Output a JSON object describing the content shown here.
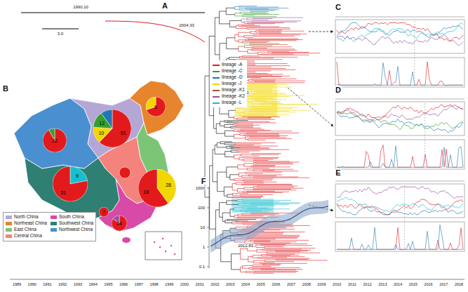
{
  "diagram": {
    "nodes": [
      {
        "text": [
          "6"
        ]
      },
      {
        "text": [
          "10",
          "12",
          "51"
        ]
      },
      {
        "text": [
          "22"
        ]
      },
      {
        "text": [
          "9",
          "31"
        ]
      },
      {
        "text": [
          "28",
          "18"
        ]
      },
      {
        "text": [
          "24"
        ]
      },
      {
        "text": [
          "7"
        ]
      }
    ],
    "labels": [
      "A",
      "B",
      "C",
      "D",
      "E",
      "F",
      "1990.10",
      "3.0",
      "2004.33",
      "2011.83",
      "2012.83",
      "1000",
      "100",
      "10",
      "1",
      "0.1",
      "1989",
      "1990",
      "1991",
      "1992",
      "1993",
      "1994",
      "1995",
      "1996",
      "1997",
      "1998",
      "1999",
      "2000",
      "2001",
      "2002",
      "2003",
      "2004",
      "2005",
      "2006",
      "2007",
      "2008",
      "2009",
      "2010",
      "2011",
      "2012",
      "2013",
      "2014",
      "2015",
      "2016",
      "2017",
      "2018"
    ],
    "legend": [
      {
        "text": "lineage -A",
        "color": "#e31a1c"
      },
      {
        "text": "lineage -C",
        "color": "#33a02c"
      },
      {
        "text": "lineage -D",
        "color": "#1f78b4"
      },
      {
        "text": "lineage -J",
        "color": "#f2d600"
      },
      {
        "text": "lineage -K1",
        "color": "#a65628"
      },
      {
        "text": "lineage -K2",
        "color": "#984ea3"
      },
      {
        "text": "lineage -L",
        "color": "#17becf"
      },
      {
        "text": "North China",
        "color": "#b4a7d6"
      },
      {
        "text": "Northeast China",
        "color": "#e6852e"
      },
      {
        "text": "East China",
        "color": "#7cc576"
      },
      {
        "text": "Central China",
        "color": "#f4837d"
      },
      {
        "text": "South China",
        "color": "#d84aa7"
      },
      {
        "text": "Southwest China",
        "color": "#2f7f73"
      },
      {
        "text": "Northwest China",
        "color": "#4a8fd0"
      }
    ]
  }
}
